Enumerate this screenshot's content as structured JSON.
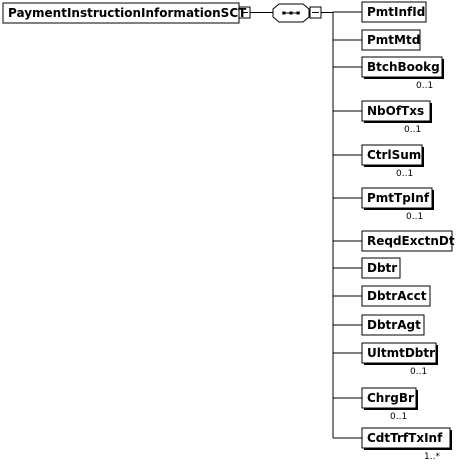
{
  "root": {
    "label": "PaymentInstructionInformationSCT"
  },
  "compositor": {
    "type": "sequence"
  },
  "children": [
    {
      "label": "PmtInfId",
      "cardinality": ""
    },
    {
      "label": "PmtMtd",
      "cardinality": ""
    },
    {
      "label": "BtchBookg",
      "cardinality": "0..1"
    },
    {
      "label": "NbOfTxs",
      "cardinality": "0..1"
    },
    {
      "label": "CtrlSum",
      "cardinality": "0..1"
    },
    {
      "label": "PmtTpInf",
      "cardinality": "0..1"
    },
    {
      "label": "ReqdExctnDt",
      "cardinality": ""
    },
    {
      "label": "Dbtr",
      "cardinality": ""
    },
    {
      "label": "DbtrAcct",
      "cardinality": ""
    },
    {
      "label": "DbtrAgt",
      "cardinality": ""
    },
    {
      "label": "UltmtDbtr",
      "cardinality": "0..1"
    },
    {
      "label": "ChrgBr",
      "cardinality": "0..1"
    },
    {
      "label": "CdtTrfTxInf",
      "cardinality": "1..*"
    }
  ]
}
